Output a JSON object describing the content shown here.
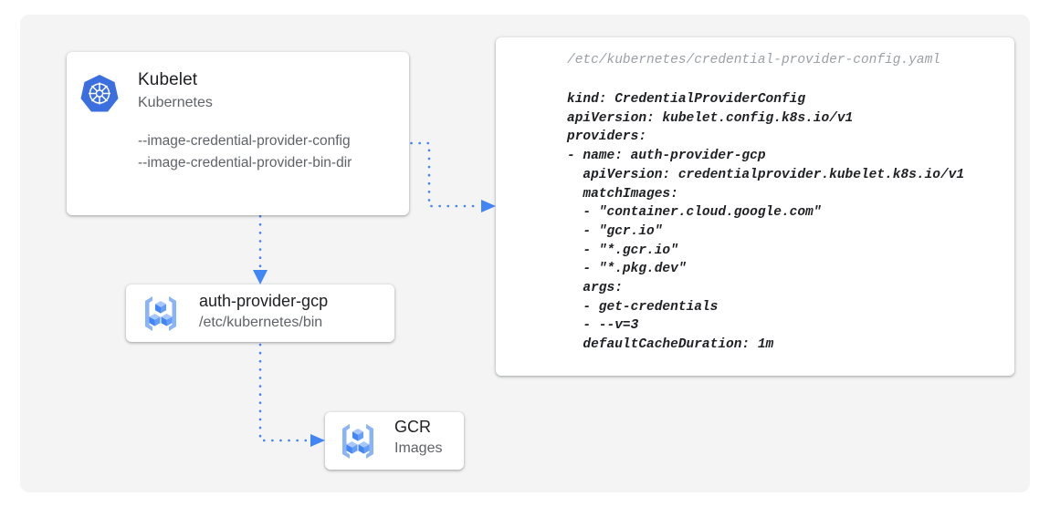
{
  "canvas": {
    "background_color": "#f4f4f4",
    "page_background_color": "#ffffff"
  },
  "theme": {
    "accent_blue": "#4285F4",
    "icon_blue_light": "#8AB4F8",
    "text_primary": "#202124",
    "text_secondary": "#5f6368",
    "text_muted": "#9aa0a6"
  },
  "nodes": {
    "kubelet": {
      "icon": "kubernetes-logo-icon",
      "title": "Kubelet",
      "subtitle": "Kubernetes",
      "flags": [
        "--image-credential-provider-config",
        "--image-credential-provider-bin-dir"
      ]
    },
    "auth_provider": {
      "icon": "container-registry-icon",
      "title": "auth-provider-gcp",
      "subtitle": "/etc/kubernetes/bin"
    },
    "gcr": {
      "icon": "container-registry-icon",
      "title": "GCR",
      "subtitle": "Images"
    }
  },
  "yaml_card": {
    "path": "/etc/kubernetes/credential-provider-config.yaml",
    "content": "kind: CredentialProviderConfig\napiVersion: kubelet.config.k8s.io/v1\nproviders:\n- name: auth-provider-gcp\n  apiVersion: credentialprovider.kubelet.k8s.io/v1\n  matchImages:\n  - \"container.cloud.google.com\"\n  - \"gcr.io\"\n  - \"*.gcr.io\"\n  - \"*.pkg.dev\"\n  args:\n  - get-credentials\n  - --v=3\n  defaultCacheDuration: 1m"
  },
  "connectors": [
    {
      "name": "kubelet-to-yaml-config",
      "from": "kubelet",
      "to": "yaml_card",
      "style": "dotted",
      "color": "#4285F4",
      "arrowhead": "right"
    },
    {
      "name": "kubelet-to-auth-provider",
      "from": "kubelet",
      "to": "auth_provider",
      "style": "dotted",
      "color": "#4285F4",
      "arrowhead": "down"
    },
    {
      "name": "auth-provider-to-gcr",
      "from": "auth_provider",
      "to": "gcr",
      "style": "dotted",
      "color": "#4285F4",
      "arrowhead": "right"
    }
  ]
}
